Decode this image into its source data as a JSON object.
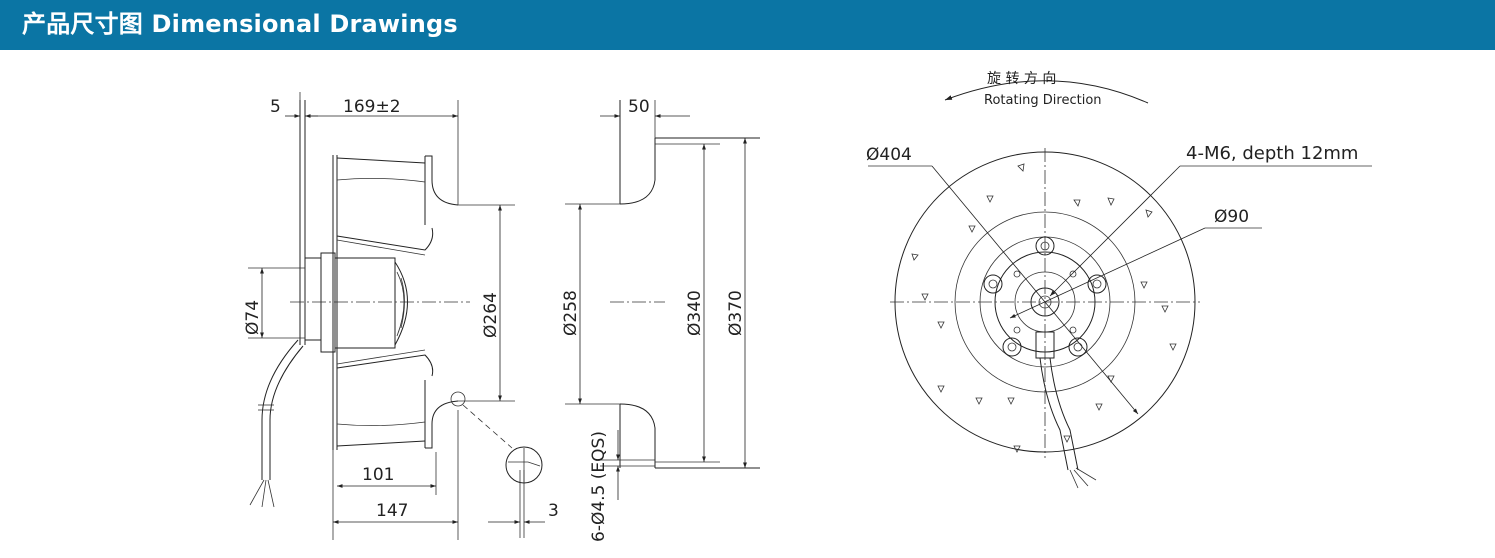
{
  "header": {
    "title": "产品尺寸图  Dimensional Drawings",
    "background": "#0b75a4"
  },
  "side_view": {
    "dim_flange": "5",
    "dim_length": "169±2",
    "dim_shaft_dia": "Ø74",
    "dim_inner_dia": "Ø264",
    "dim_101": "101",
    "dim_147": "147"
  },
  "section_view": {
    "dim_50": "50",
    "dim_258": "Ø258",
    "dim_340": "Ø340",
    "dim_370": "Ø370",
    "dim_holes": "6-Ø4.5 (EQS)",
    "dim_3": "3"
  },
  "front_view": {
    "rotation_cn": "旋 转 方 向",
    "rotation_en": "Rotating Direction",
    "dim_404": "Ø404",
    "dim_thread": "4-M6, depth 12mm",
    "dim_90": "Ø90"
  }
}
